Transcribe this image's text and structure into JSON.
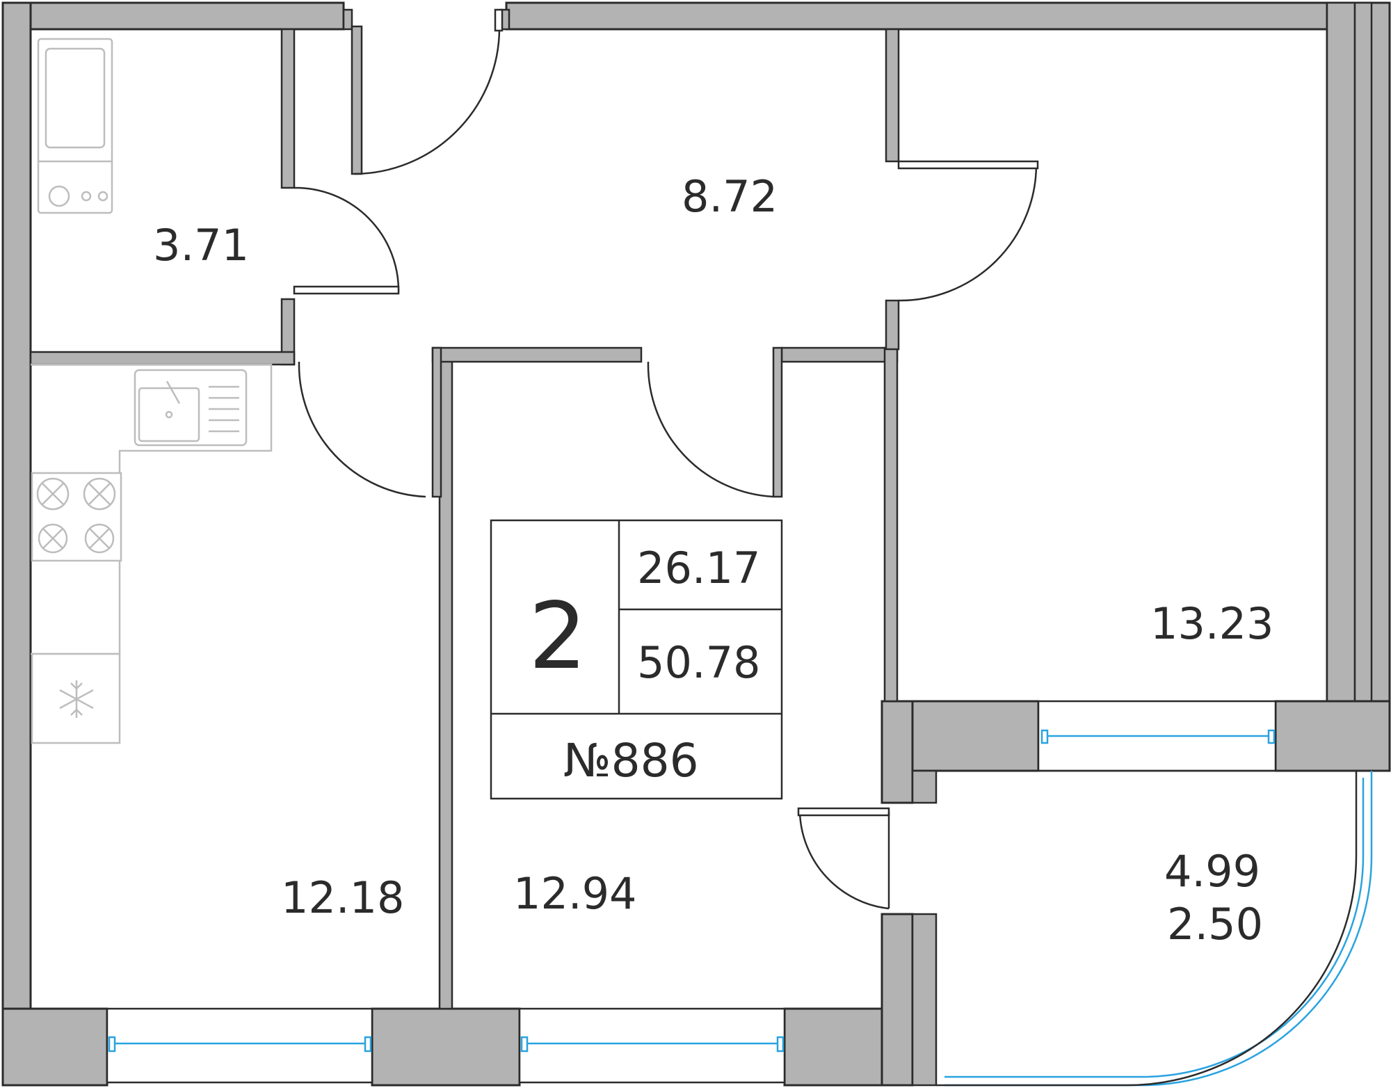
{
  "plan": {
    "rooms": {
      "wc_area": "3.71",
      "hall_area": "8.72",
      "kitchen_area": "12.18",
      "living_area": "12.94",
      "bedroom_area": "13.23",
      "balcony_area_full": "4.99",
      "balcony_area_reduced": "2.50"
    },
    "info": {
      "room_count": "2",
      "living_total": "26.17",
      "total_area": "50.78",
      "apartment_number": "№886"
    },
    "colors": {
      "wall_fill": "#b3b3b3",
      "line": "#2b2b2b",
      "window_glass": "#29a3e0",
      "fixture": "#bdbdbd"
    },
    "icons": {
      "snowflake": "snowflake-icon"
    }
  }
}
